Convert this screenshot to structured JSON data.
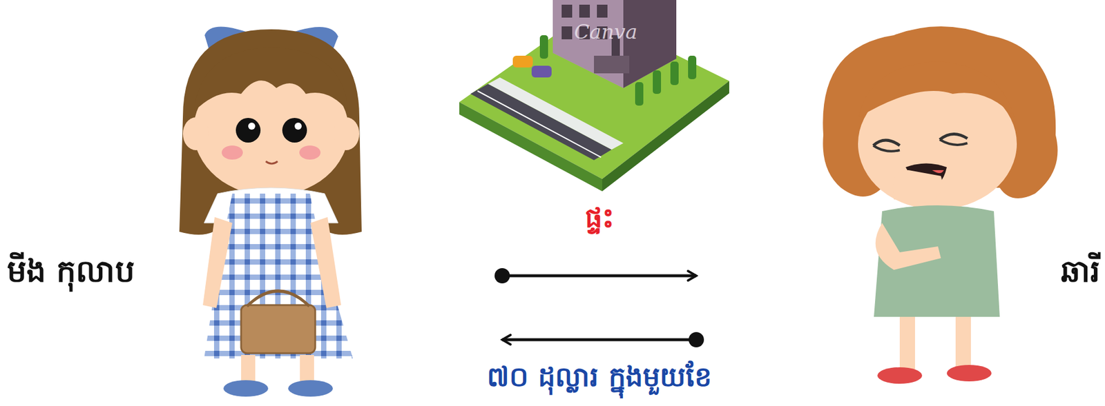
{
  "diagram": {
    "nodes": [
      {
        "text": [
          "មីង កុលាប"
        ]
      },
      {
        "text": [
          "ឆារី"
        ]
      }
    ],
    "edges": [
      {
        "from": 0,
        "to": 1,
        "label": "ផ្ទះ",
        "arrow": "to"
      },
      {
        "from": 1,
        "to": 0,
        "label": "៧០ ដុល្លារ ក្នុងមួយខែ",
        "arrow": "to"
      }
    ],
    "labels": [
      "Canva"
    ]
  }
}
